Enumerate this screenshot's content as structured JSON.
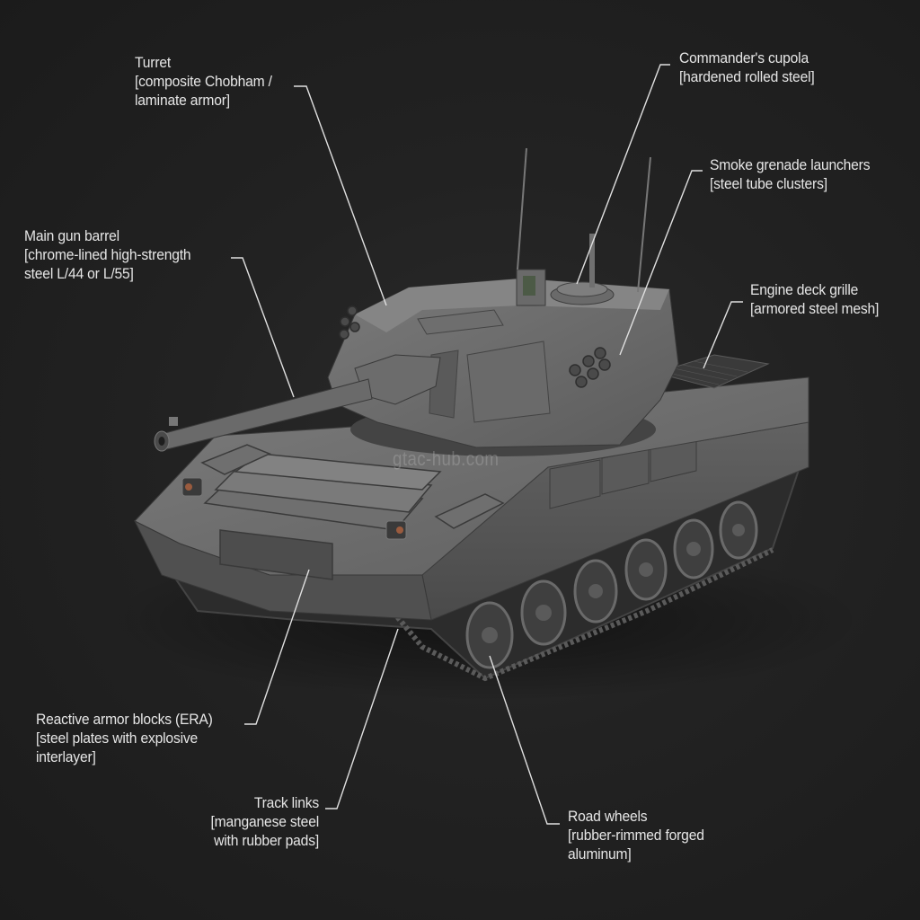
{
  "image": {
    "subject": "Main battle tank 3D render with material callouts",
    "background_color": "#222222",
    "tank_color": "#6e6e6e",
    "line_color": "#e0e0e0",
    "text_color": "#e6e6e6"
  },
  "watermark": "gtac-hub.com",
  "callouts": [
    {
      "id": "turret",
      "title": "Turret",
      "lines": [
        "[composite Chobham /",
        "laminate armor]"
      ]
    },
    {
      "id": "commanders-cupola",
      "title": "Commander's cupola",
      "lines": [
        "[hardened rolled steel]"
      ]
    },
    {
      "id": "smoke-grenade-launchers",
      "title": "Smoke grenade launchers",
      "lines": [
        "[steel tube clusters]"
      ]
    },
    {
      "id": "main-gun-barrel",
      "title": "Main gun barrel",
      "lines": [
        "[chrome-lined high-strength",
        "steel L/44 or L/55]"
      ]
    },
    {
      "id": "engine-deck-grille",
      "title": "Engine deck grille",
      "lines": [
        "[armored steel mesh]"
      ]
    },
    {
      "id": "reactive-armor-blocks",
      "title": "Reactive armor blocks (ERA)",
      "lines": [
        "[steel plates with explosive",
        "interlayer]"
      ]
    },
    {
      "id": "track-links",
      "title": "Track links",
      "lines": [
        "[manganese steel",
        "with rubber pads]"
      ]
    },
    {
      "id": "road-wheels",
      "title": "Road wheels",
      "lines": [
        "[rubber-rimmed forged",
        "aluminum]"
      ]
    }
  ]
}
